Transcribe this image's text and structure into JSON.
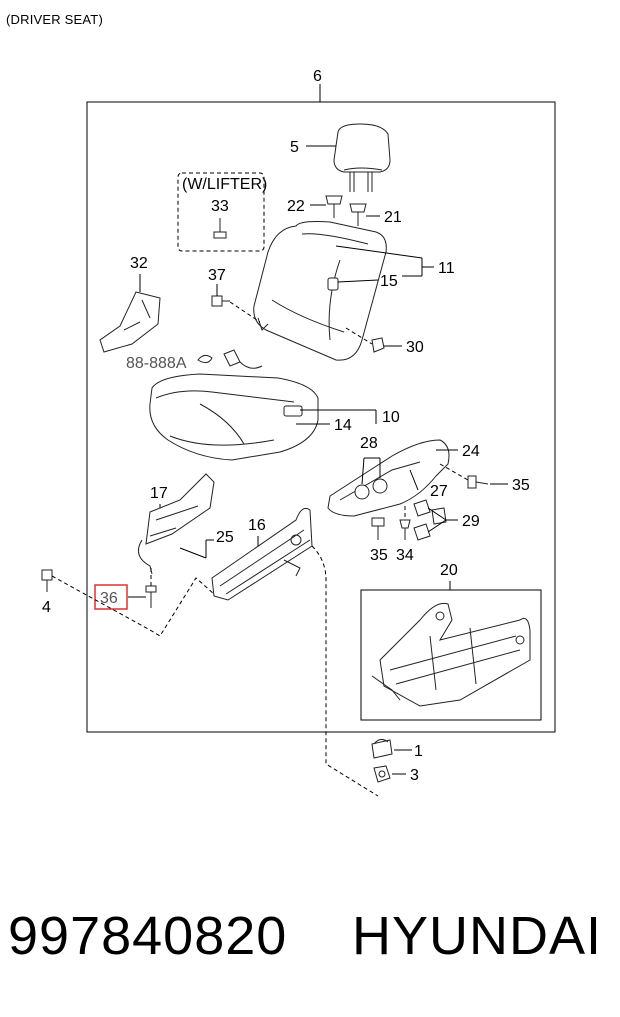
{
  "header": {
    "title": "(DRIVER SEAT)"
  },
  "diagram": {
    "lifter_box_label": "(W/LIFTER)",
    "reference_label": "88-888A",
    "labels": {
      "p1": "1",
      "p3": "3",
      "p4": "4",
      "p5": "5",
      "p6": "6",
      "p10": "10",
      "p11": "11",
      "p14": "14",
      "p15": "15",
      "p16": "16",
      "p17": "17",
      "p20": "20",
      "p21": "21",
      "p22": "22",
      "p24": "24",
      "p25": "25",
      "p27": "27",
      "p28": "28",
      "p29": "29",
      "p30": "30",
      "p32": "32",
      "p33": "33",
      "p34": "34",
      "p35a": "35",
      "p35b": "35",
      "p36": "36",
      "p37": "37"
    },
    "highlight_color": "#e03030"
  },
  "footer": {
    "part_number": "997840820",
    "brand": "HYUNDAI"
  }
}
